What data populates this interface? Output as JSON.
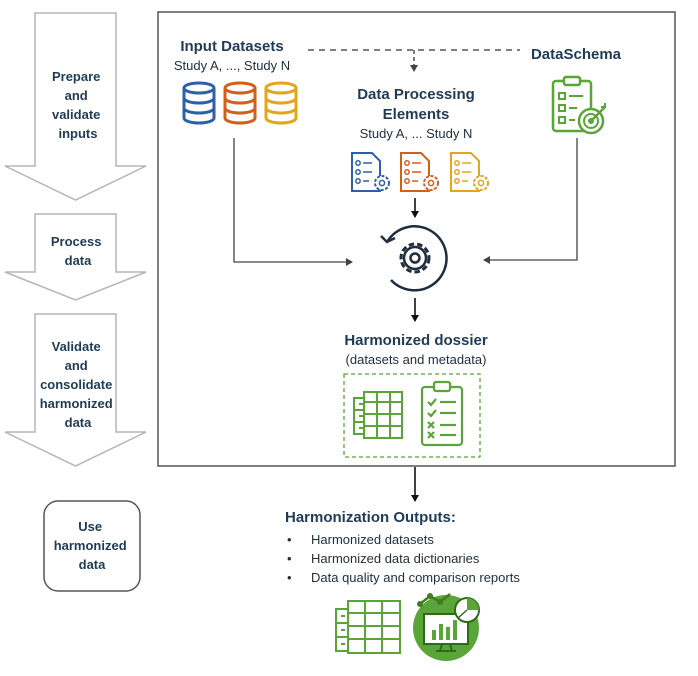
{
  "steps": [
    {
      "lines": [
        "Prepare",
        "and",
        "validate",
        "inputs"
      ]
    },
    {
      "lines": [
        "Process",
        "data"
      ]
    },
    {
      "lines": [
        "Validate",
        "and",
        "consolidate",
        "harmonized",
        "data"
      ]
    },
    {
      "lines": [
        "Use",
        "harmonized",
        "data"
      ]
    }
  ],
  "input_datasets": {
    "title": "Input Datasets",
    "subtitle": "Study A, ..., Study N"
  },
  "dpe": {
    "title_line1": "Data Processing",
    "title_line2": "Elements",
    "subtitle": "Study A, ... Study N"
  },
  "schema": {
    "title": "DataSchema"
  },
  "dossier": {
    "title": "Harmonized dossier",
    "subtitle": "(datasets and metadata)"
  },
  "outputs": {
    "title": "Harmonization Outputs:",
    "items": [
      "Harmonized datasets",
      "Harmonized data dictionaries",
      "Data quality and comparison reports"
    ]
  },
  "colors": {
    "blue": "#2f5fa7",
    "orange": "#d35f1b",
    "yellow": "#e3a51a",
    "green": "#5aa537",
    "navy": "#1f3b56",
    "arrow_grey": "#b5b5b5"
  }
}
